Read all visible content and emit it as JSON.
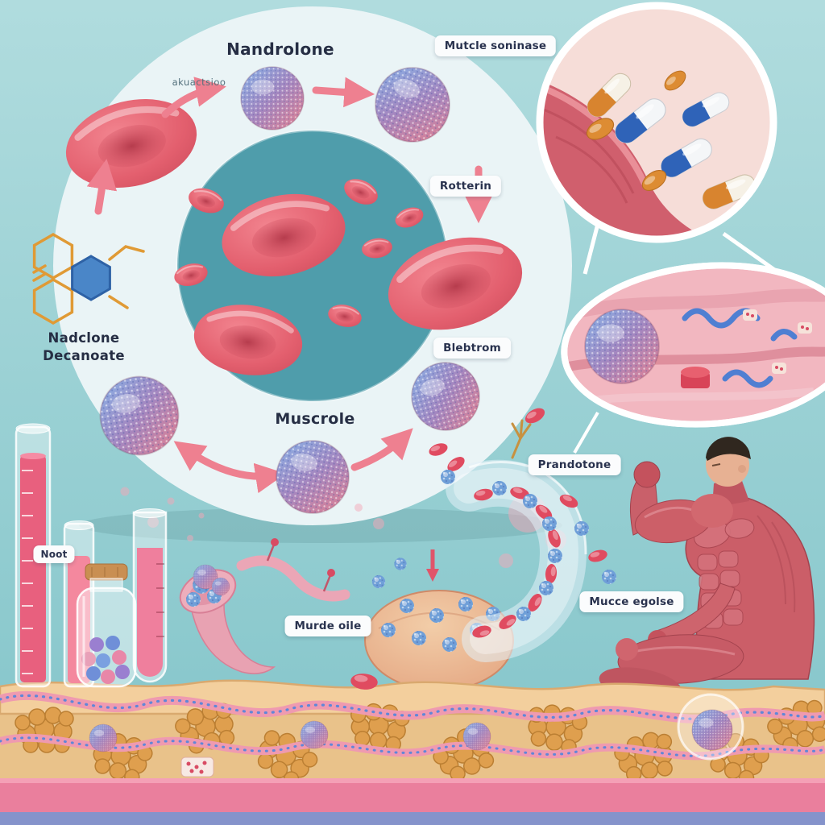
{
  "page": {
    "type": "medical-illustration",
    "subject": "nandrolone decanoate muscle-building illustration"
  },
  "labels": {
    "nandrolone": "Nandrolone",
    "activation": "akuactsioo",
    "muscle_soninase": "Mutcle soninase",
    "rotterin": "Rotterin",
    "chem_line1": "Nadclone",
    "chem_line2": "Decanoate",
    "blebtrom": "Blebtrom",
    "muscrole": "Muscrole",
    "prandotone": "Prandotone",
    "noot": "Noot",
    "murde_oile": "Murde oile",
    "mucce_egolse": "Mucce egolse"
  },
  "colors": {
    "background_top": "#b0dcde",
    "background_bottom": "#82c4c9",
    "pale_circle": "#eaf4f6",
    "inner_circle": "#4f9dab",
    "rbc_red": "#e35f6e",
    "arrow_pink": "#ee8090",
    "sphere_blue": "#86b2e8",
    "sphere_red": "#e4808f",
    "muscle_red": "#cb5e68",
    "fat_orange": "#df9f4e",
    "liquid_pink": "#e8607e",
    "bottom_band_pink": "#ea7f9d",
    "bottom_band_blue": "#8593cb",
    "chem_orange": "#e09a35",
    "chem_blue": "#4a86c8",
    "label_text": "#29324e"
  },
  "scene_elements": [
    "red-blood-cell-cycle-circle",
    "steroid-sphere",
    "chemical-structure",
    "capsule-inset",
    "muscle-tissue-inset",
    "graduated-cylinder",
    "pill-jar",
    "test-tube",
    "receptor-horn",
    "transport-tube",
    "muscle-cell",
    "muscular-man",
    "tissue-cross-section"
  ]
}
